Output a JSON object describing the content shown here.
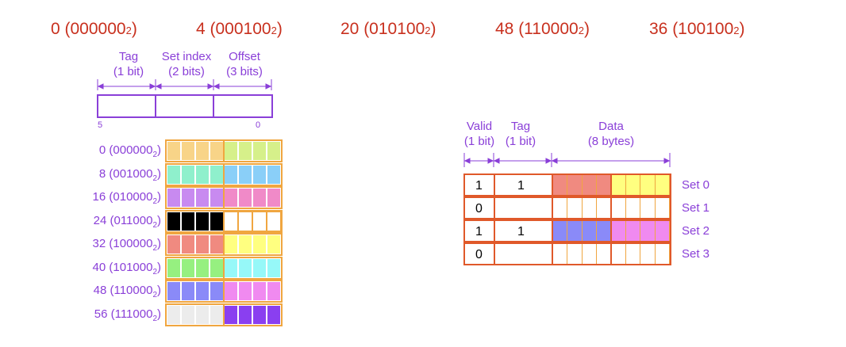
{
  "addresses": [
    {
      "value": "0 (000000",
      "sub": "2",
      "close": ")"
    },
    {
      "value": "4 (000100",
      "sub": "2",
      "close": ")"
    },
    {
      "value": "20 (010100",
      "sub": "2",
      "close": ")"
    },
    {
      "value": "48 (110000",
      "sub": "2",
      "close": ")"
    },
    {
      "value": "36 (100100",
      "sub": "2",
      "close": ")"
    }
  ],
  "address_fields": {
    "tag": {
      "name": "Tag",
      "width": "(1 bit)"
    },
    "set_index": {
      "name": "Set index",
      "width": "(2 bits)"
    },
    "offset": {
      "name": "Offset",
      "width": "(3 bits)"
    },
    "high_bit": "5",
    "low_bit": "0"
  },
  "memory": {
    "border_color": "#f0a640",
    "rows": [
      {
        "label": "0 (000000",
        "sub": "2",
        "close": ")",
        "left_color": "#f8d488",
        "right_color": "#d6f08a"
      },
      {
        "label": "8 (001000",
        "sub": "2",
        "close": ")",
        "left_color": "#8ff0cc",
        "right_color": "#8acff8"
      },
      {
        "label": "16 (010000",
        "sub": "2",
        "close": ")",
        "left_color": "#c88af0",
        "right_color": "#f08ac8"
      },
      {
        "label": "24 (011000",
        "sub": "2",
        "close": ")",
        "left_color": "#000000",
        "right_color": "#ffffff"
      },
      {
        "label": "32 (100000",
        "sub": "2",
        "close": ")",
        "left_color": "#f08a80",
        "right_color": "#ffff80"
      },
      {
        "label": "40 (101000",
        "sub": "2",
        "close": ")",
        "left_color": "#96f080",
        "right_color": "#96f8f8"
      },
      {
        "label": "48 (110000",
        "sub": "2",
        "close": ")",
        "left_color": "#8a8af8",
        "right_color": "#f08af0"
      },
      {
        "label": "56 (111000",
        "sub": "2",
        "close": ")",
        "left_color": "#ececec",
        "right_color": "#8a3ff0"
      }
    ]
  },
  "cache": {
    "headers": {
      "valid": {
        "name": "Valid",
        "width": "(1 bit)"
      },
      "tag": {
        "name": "Tag",
        "width": "(1 bit)"
      },
      "data": {
        "name": "Data",
        "width": "(8 bytes)"
      }
    },
    "sets": [
      {
        "label": "Set 0",
        "valid": "1",
        "tag": "1",
        "left_color": "#f08a80",
        "right_color": "#ffff80"
      },
      {
        "label": "Set 1",
        "valid": "0",
        "tag": "",
        "left_color": "#ffffff",
        "right_color": "#ffffff"
      },
      {
        "label": "Set 2",
        "valid": "1",
        "tag": "1",
        "left_color": "#8a8af8",
        "right_color": "#f08af0"
      },
      {
        "label": "Set 3",
        "valid": "0",
        "tag": "",
        "left_color": "#ffffff",
        "right_color": "#ffffff"
      }
    ]
  }
}
